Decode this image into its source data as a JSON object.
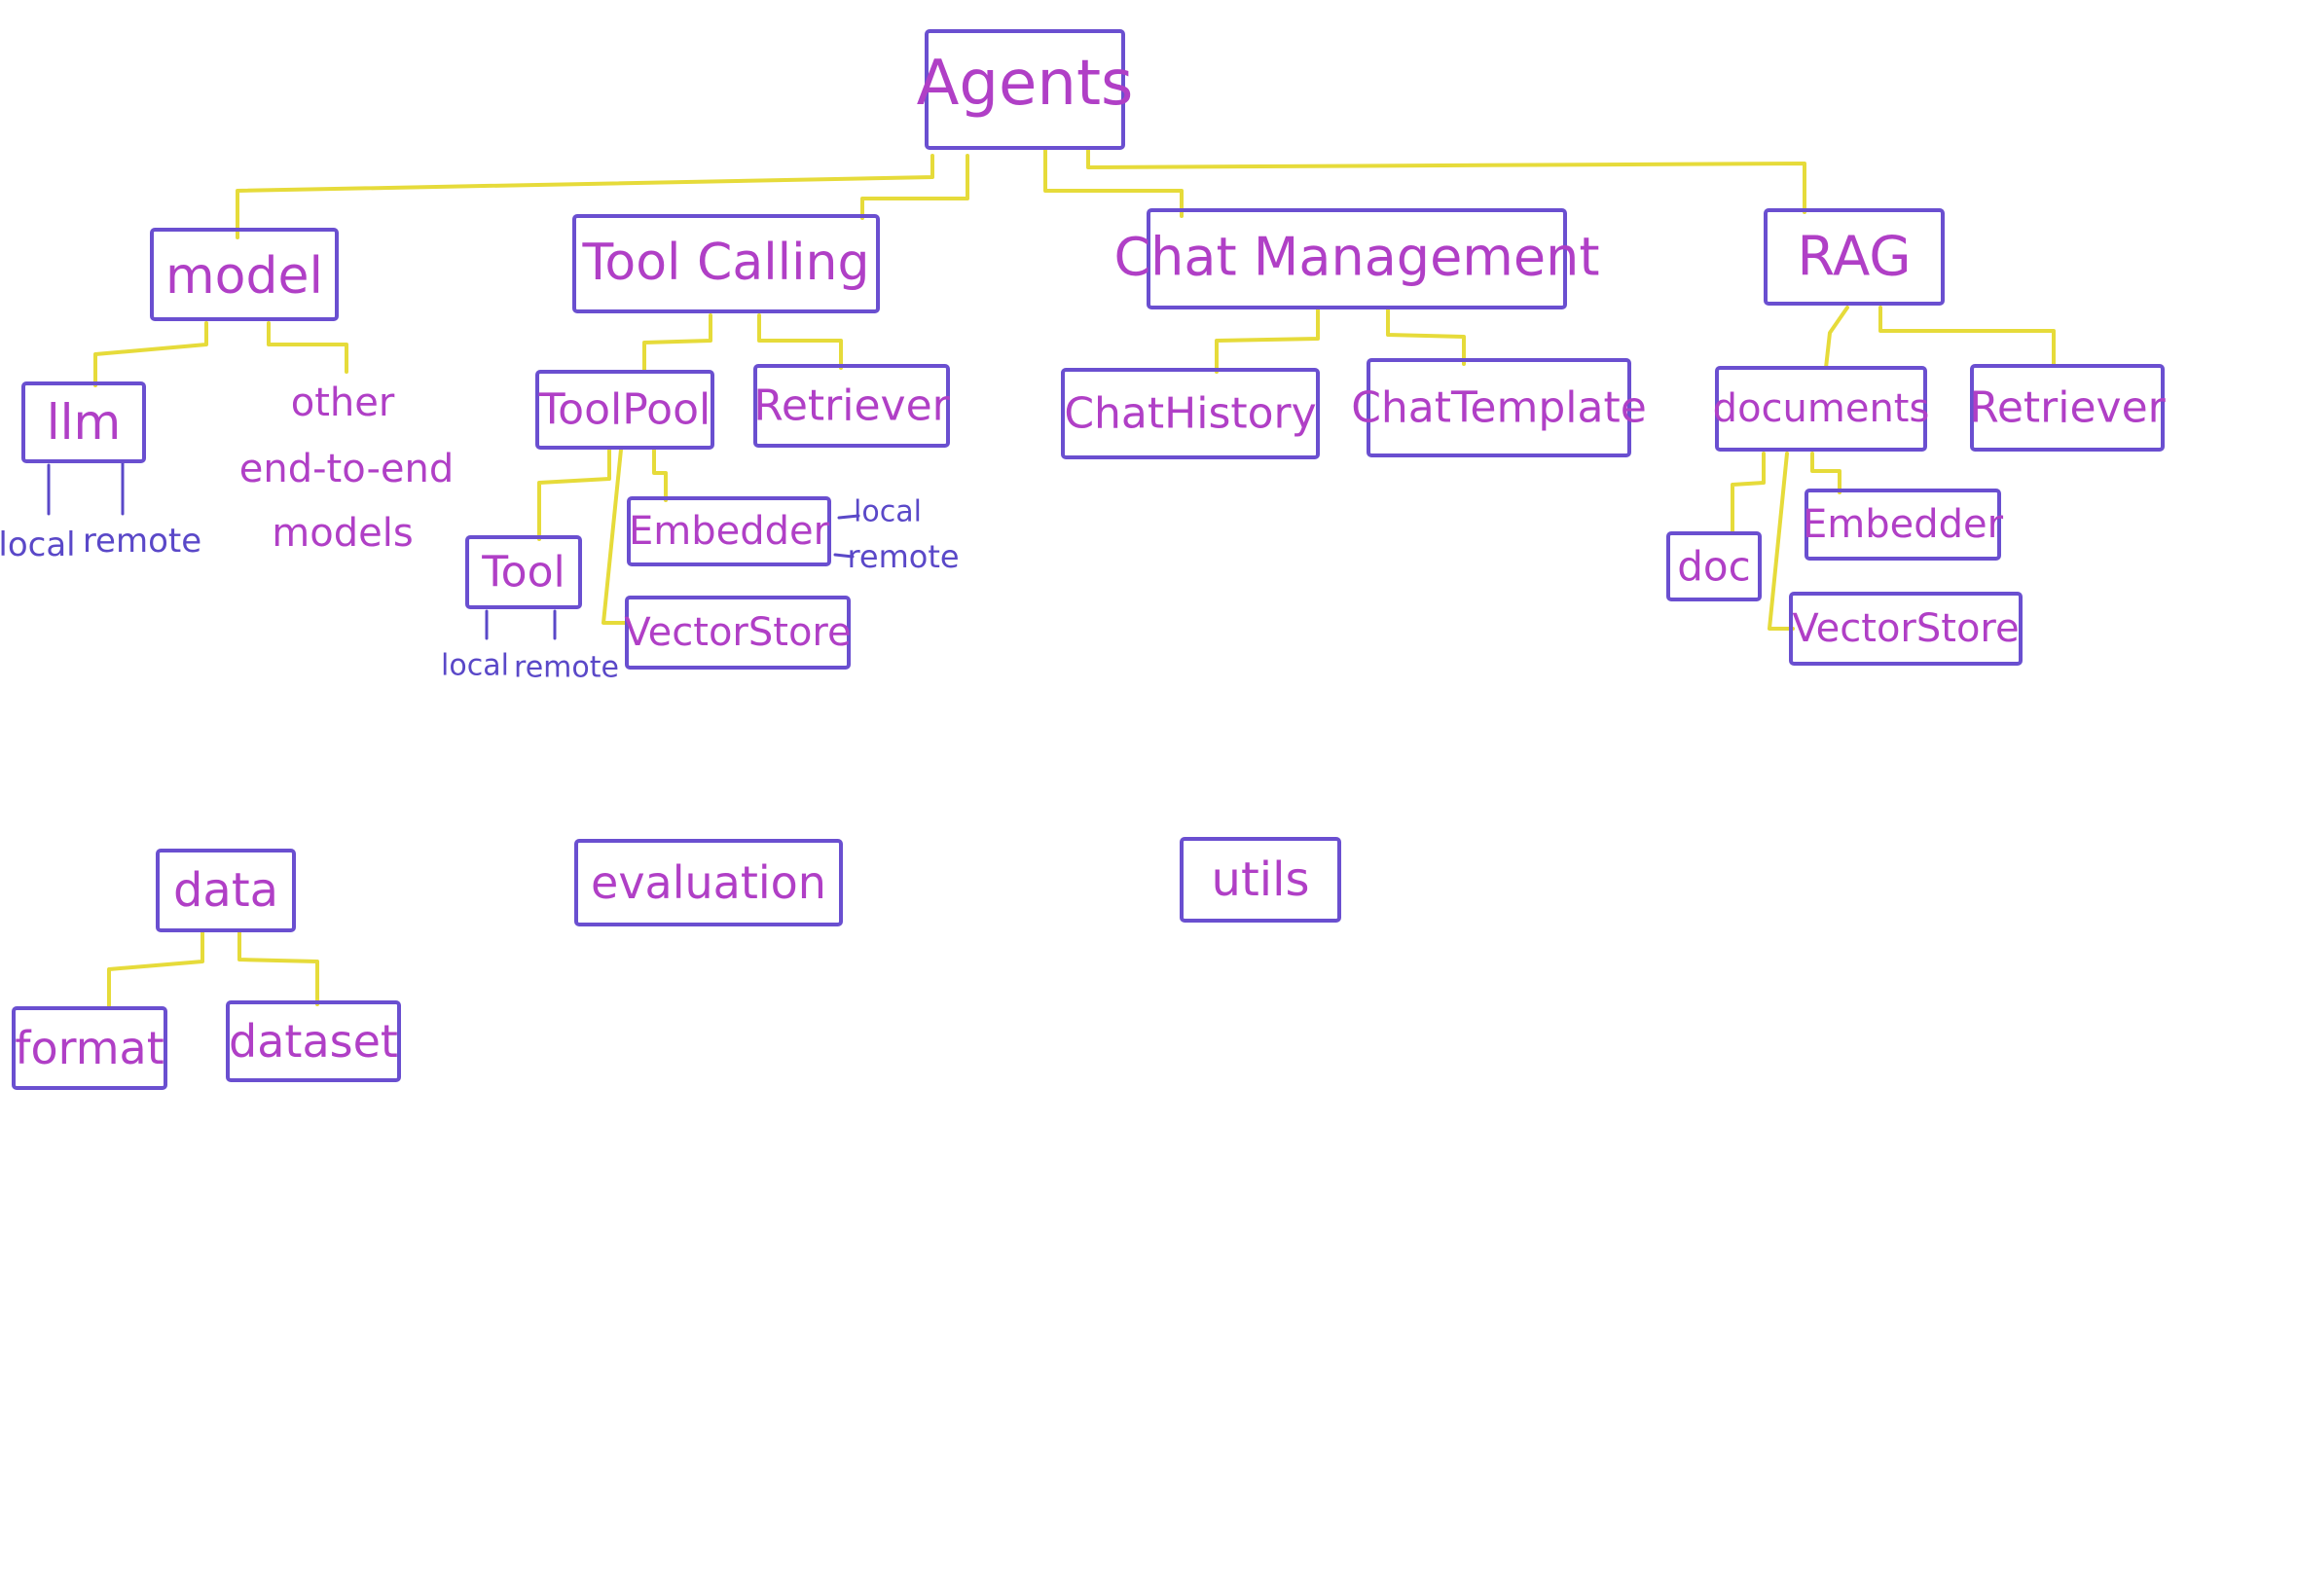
{
  "colors": {
    "box_stroke": "#6a4fd0",
    "box_text": "#b03fc6",
    "connector": "#e6db3a",
    "leaf_text": "#5a48c8",
    "background": "#ffffff"
  },
  "nodes": {
    "agents": "Agents",
    "model": "model",
    "tool_calling": "Tool Calling",
    "chat_management": "Chat Management",
    "rag": "RAG",
    "llm": "llm",
    "other_models": [
      "other",
      "end-to-end",
      "models"
    ],
    "toolpool": "ToolPool",
    "retriever_tc": "Retriever",
    "tool": "Tool",
    "embedder_tc": "Embedder",
    "vectorstore_tc": "VectorStore",
    "chat_history": "ChatHistory",
    "chat_template": "ChatTemplate",
    "documents": "documents",
    "retriever_rag": "Retriever",
    "doc": "doc",
    "embedder_rag": "Embedder",
    "vectorstore_rag": "VectorStore",
    "data": "data",
    "format": "format",
    "dataset": "dataset",
    "evaluation": "evaluation",
    "utils": "utils"
  },
  "leaves": {
    "llm_local": "local",
    "llm_remote": "remote",
    "tool_local": "local",
    "tool_remote": "remote",
    "embedder_local": "local",
    "embedder_remote": "remote"
  }
}
